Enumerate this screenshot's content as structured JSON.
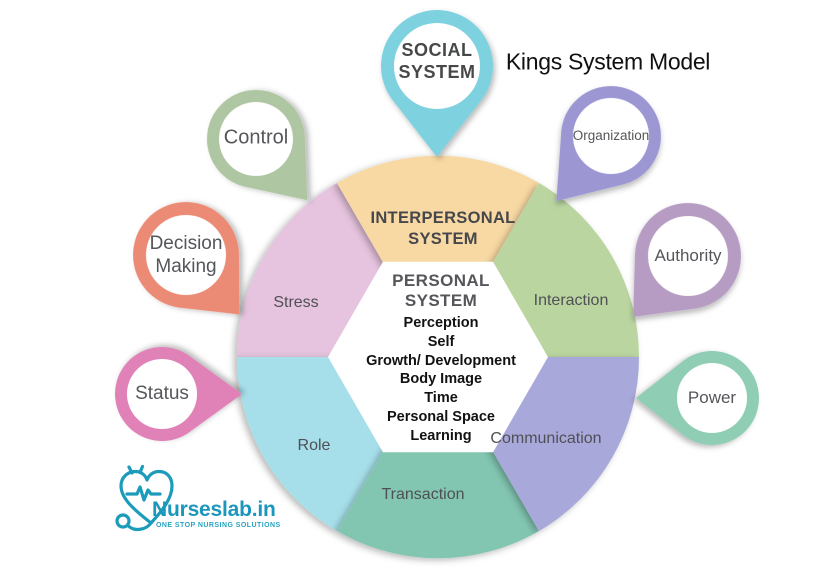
{
  "title": "Kings System Model",
  "colors": {
    "segment_interpersonal": "#F8D9A3",
    "segment_interaction": "#BBD5A1",
    "segment_communication": "#A9A8DB",
    "segment_transaction": "#82C6B1",
    "segment_role": "#A6DFEA",
    "segment_stress": "#E6C3DE",
    "pin_social": "#7ED2E0",
    "pin_control": "#AEC6A2",
    "pin_decision": "#EB8B76",
    "pin_status": "#E081B7",
    "pin_organization": "#9C97D3",
    "pin_authority": "#B69BC2",
    "pin_power": "#90CDB5",
    "logo": "#1C9BBB"
  },
  "segments": {
    "interpersonal": "INTERPERSONAL\nSYSTEM",
    "stress": "Stress",
    "interaction": "Interaction",
    "communication": "Communication",
    "transaction": "Transaction",
    "role": "Role"
  },
  "center": {
    "heading": "PERSONAL\nSYSTEM",
    "items": [
      "Perception",
      "Self",
      "Growth/ Development",
      "Body Image",
      "Time",
      "Personal Space",
      "Learning"
    ]
  },
  "pins": {
    "social": {
      "label": "SOCIAL\nSYSTEM"
    },
    "control": {
      "label": "Control"
    },
    "decision": {
      "label": "Decision\nMaking"
    },
    "status": {
      "label": "Status"
    },
    "organization": {
      "label": "Organization"
    },
    "authority": {
      "label": "Authority"
    },
    "power": {
      "label": "Power"
    }
  },
  "logo": {
    "name": "Nurseslab.in",
    "tagline": "ONE STOP NURSING SOLUTIONS"
  }
}
